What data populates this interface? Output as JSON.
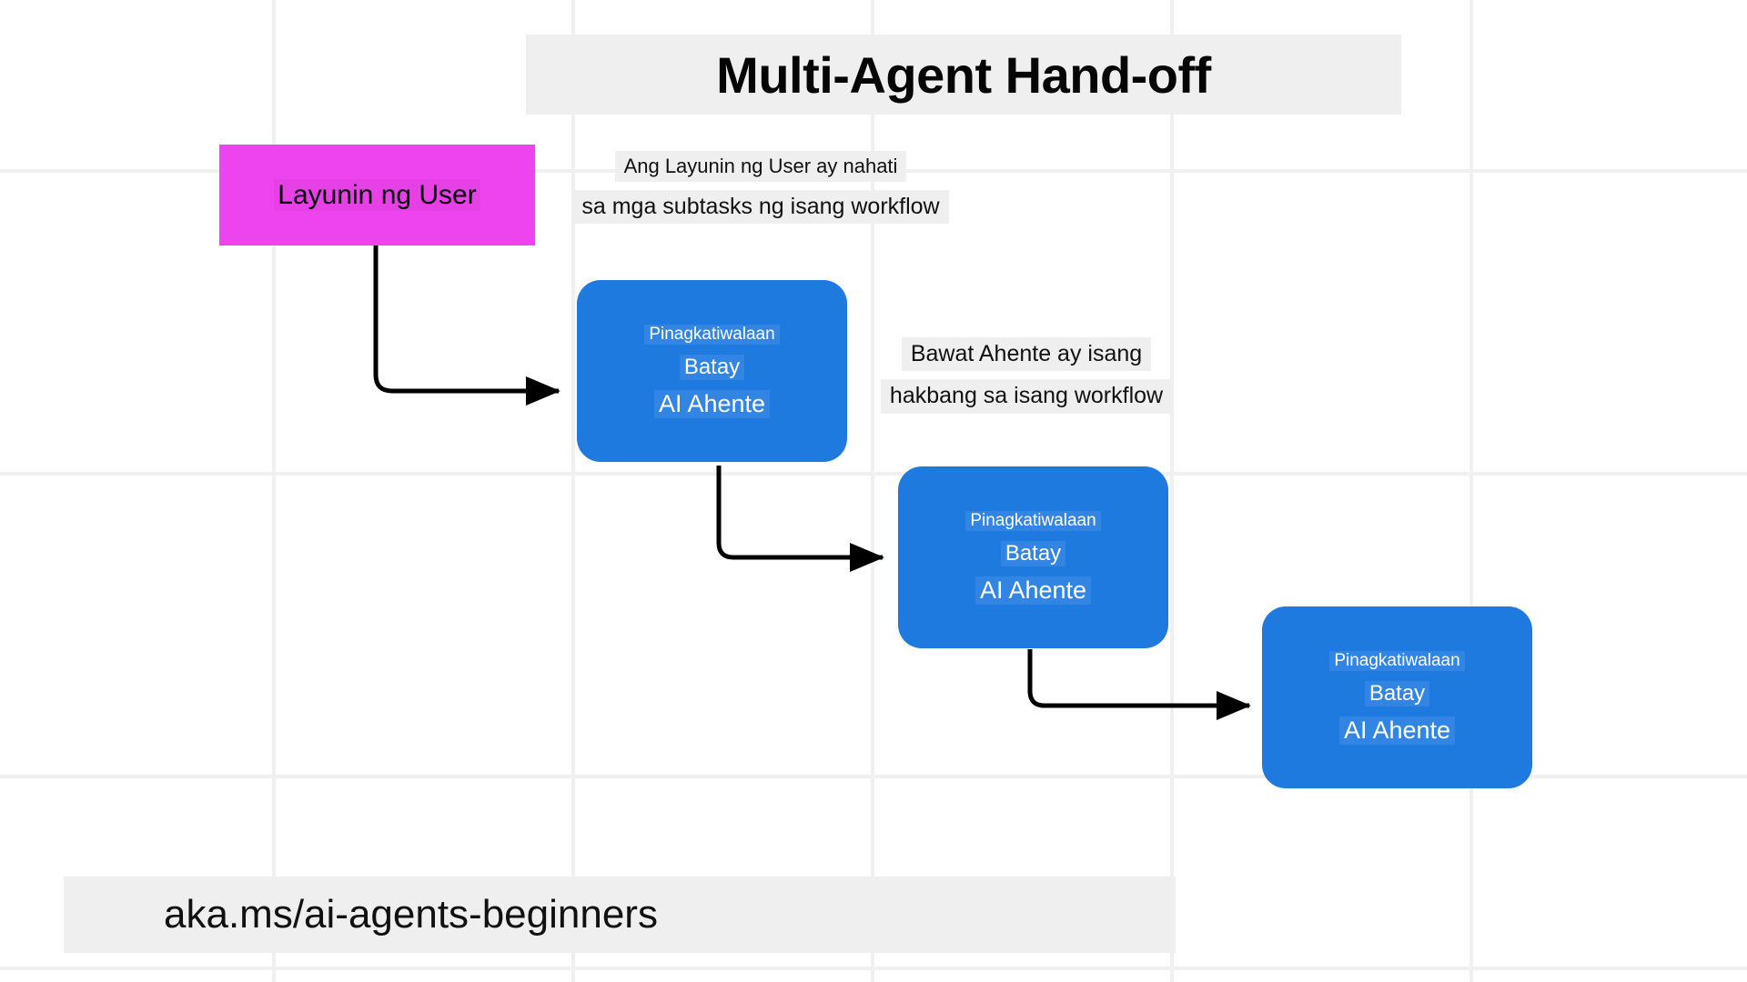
{
  "title": {
    "text": "Multi-Agent Hand-off"
  },
  "footer": {
    "url": "aka.ms/ai-agents-beginners"
  },
  "colors": {
    "accent_blue": "#1f7ae0",
    "goal_magenta": "#ee44f0",
    "band_gray": "#efefef",
    "grid_gray": "#f0f0f0",
    "arrow_black": "#000000"
  },
  "goal_node": {
    "label": "Layunin ng User"
  },
  "annotations": [
    {
      "id": "goal-split-note",
      "lines": [
        "Ang Layunin ng User ay nahati",
        "sa mga subtasks ng isang workflow"
      ]
    },
    {
      "id": "agent-step-note",
      "lines": [
        "Bawat Ahente ay isang",
        "hakbang sa isang workflow"
      ]
    }
  ],
  "agents": [
    {
      "id": "agent-1",
      "line1": "Pinagkatiwalaan",
      "line2": "Batay",
      "line3": "AI Ahente"
    },
    {
      "id": "agent-2",
      "line1": "Pinagkatiwalaan",
      "line2": "Batay",
      "line3": "AI Ahente"
    },
    {
      "id": "agent-3",
      "line1": "Pinagkatiwalaan",
      "line2": "Batay",
      "line3": "AI Ahente"
    }
  ],
  "arrows": [
    {
      "id": "arrow-goal-to-agent-1"
    },
    {
      "id": "arrow-agent-1-to-agent-2"
    },
    {
      "id": "arrow-agent-2-to-agent-3"
    }
  ]
}
